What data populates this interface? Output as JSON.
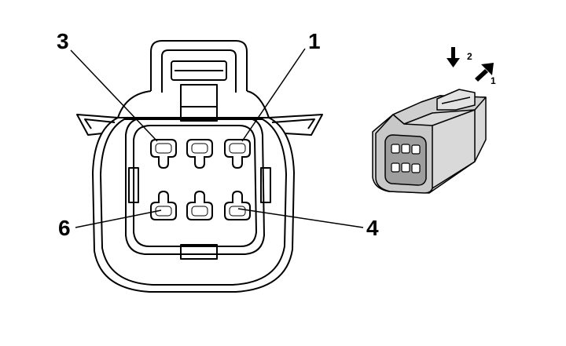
{
  "pin_callouts": {
    "pin_1": "1",
    "pin_3": "3",
    "pin_4": "4",
    "pin_6": "6"
  },
  "direction_arrows": {
    "arrow_down_label": "2",
    "arrow_up_right_label": "1"
  },
  "connector": {
    "cavity_count": 6,
    "rows": 2,
    "columns": 3
  }
}
